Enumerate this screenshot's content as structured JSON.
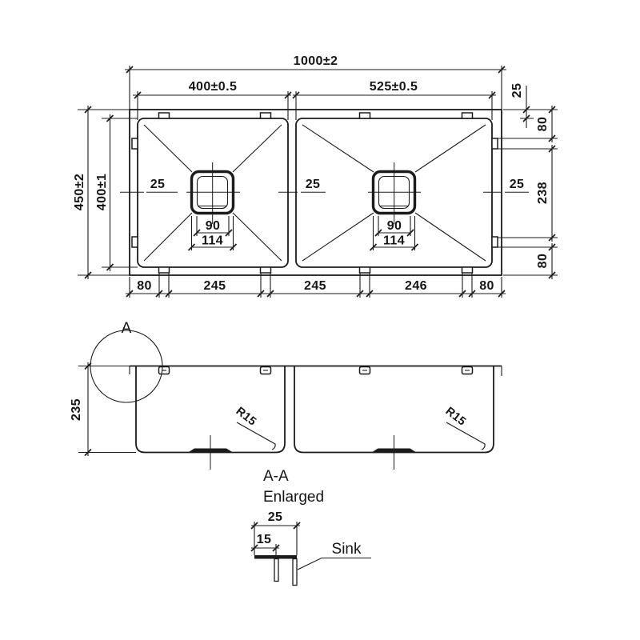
{
  "drawing": {
    "top_view": {
      "overall_width": "1000±2",
      "bowl1_width": "400±0.5",
      "bowl2_width": "525±0.5",
      "overall_depth": "450±2",
      "bowl_depth": "400±1",
      "rim_left": "25",
      "divider_width": "25",
      "rim_right": "25",
      "drain1_inner": "90",
      "drain1_outer": "114",
      "drain2_inner": "90",
      "drain2_outer": "114",
      "right_chain": {
        "rim": "25",
        "to_clip": "80",
        "between_clips": "238",
        "to_edge": "80"
      },
      "bottom_chain": [
        "80",
        "245",
        "245",
        "246",
        "80"
      ]
    },
    "front_view": {
      "detail_marker": "A",
      "depth": "235",
      "radius1": "R15",
      "radius2": "R15"
    },
    "detail_view": {
      "title": "A-A",
      "subtitle": "Enlarged",
      "width": "25",
      "lip": "15",
      "callout": "Sink"
    }
  }
}
